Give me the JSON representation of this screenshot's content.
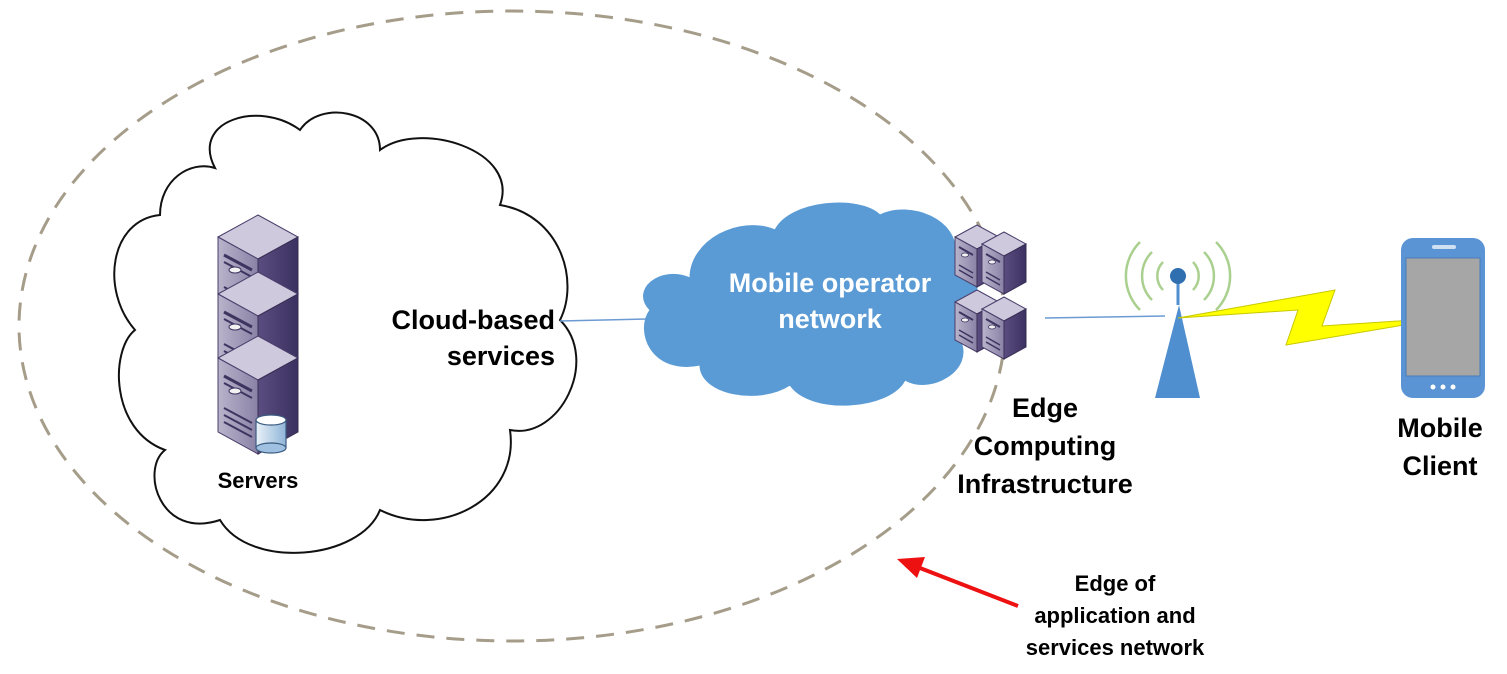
{
  "labels": {
    "servers": "Servers",
    "cloud_services_line1": "Cloud-based",
    "cloud_services_line2": "services",
    "mobile_operator_line1": "Mobile operator",
    "mobile_operator_line2": "network",
    "edge_infra_line1": "Edge",
    "edge_infra_line2": "Computing",
    "edge_infra_line3": "Infrastructure",
    "mobile_client_line1": "Mobile",
    "mobile_client_line2": "Client",
    "edge_network_line1": "Edge of",
    "edge_network_line2": "application and",
    "edge_network_line3": "services network"
  },
  "colors": {
    "boundary_dash": "#a59d8a",
    "operator_cloud": "#5b9bd5",
    "server_purple": "#6a5c8c",
    "tower_blue": "#4f8fd0",
    "radio_waves": "#a9d08e",
    "lightning": "#ffff00",
    "arrow": "#ee1111",
    "link_line": "#6b9bd2"
  },
  "icons": [
    "server-icon",
    "database-icon",
    "cloud-shape",
    "radio-tower-icon",
    "lightning-bolt-icon",
    "smartphone-icon"
  ]
}
